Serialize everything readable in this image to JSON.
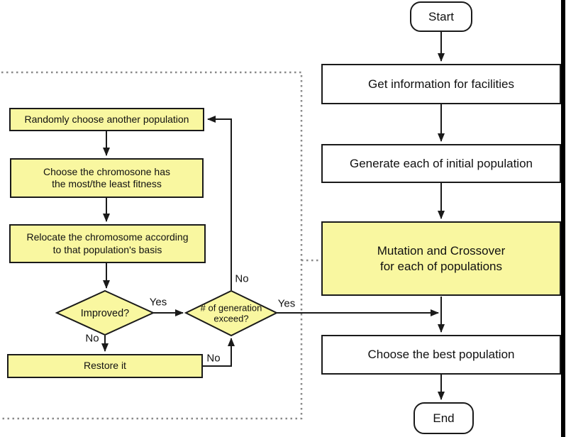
{
  "flow": {
    "start": "Start",
    "get_info": "Get information for facilities",
    "generate": "Generate each of initial population",
    "mutation": "Mutation and Crossover\nfor each of populations",
    "choose_best": "Choose the best population",
    "end": "End"
  },
  "subroutine": {
    "randomly_choose": "Randomly choose another population",
    "choose_chromosone": "Choose the chromosone has\nthe most/the least fitness",
    "relocate": "Relocate the chromosome according\nto that population's basis",
    "improved": "Improved?",
    "generation_exceed": "# of generation\nexceed?",
    "restore": "Restore it"
  },
  "labels": {
    "improved_yes": "Yes",
    "improved_no": "No",
    "exceed_yes": "Yes",
    "exceed_no": "No",
    "restore_no": "No"
  },
  "colors": {
    "highlight_fill": "#F9F7A0",
    "plain_fill": "#FFFFFF",
    "stroke": "#1A1A1A",
    "container_border": "#8A8A8A"
  }
}
